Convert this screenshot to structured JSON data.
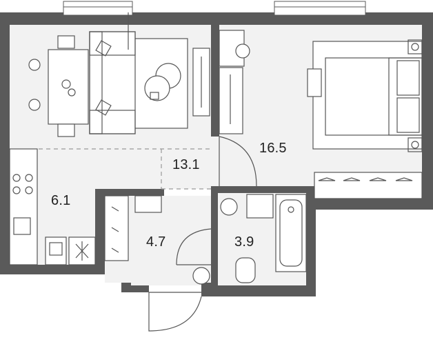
{
  "plan": {
    "colors": {
      "wall": "#5a5a5a",
      "floor": "#f2f2f2",
      "furniture_stroke": "#555555",
      "window": "#ffffff",
      "label": "#222222"
    },
    "rooms": [
      {
        "id": "kitchen",
        "area": "6.1"
      },
      {
        "id": "living",
        "area": "13.1"
      },
      {
        "id": "bedroom",
        "area": "16.5"
      },
      {
        "id": "hall",
        "area": "4.7"
      },
      {
        "id": "bathroom",
        "area": "3.9"
      }
    ]
  }
}
